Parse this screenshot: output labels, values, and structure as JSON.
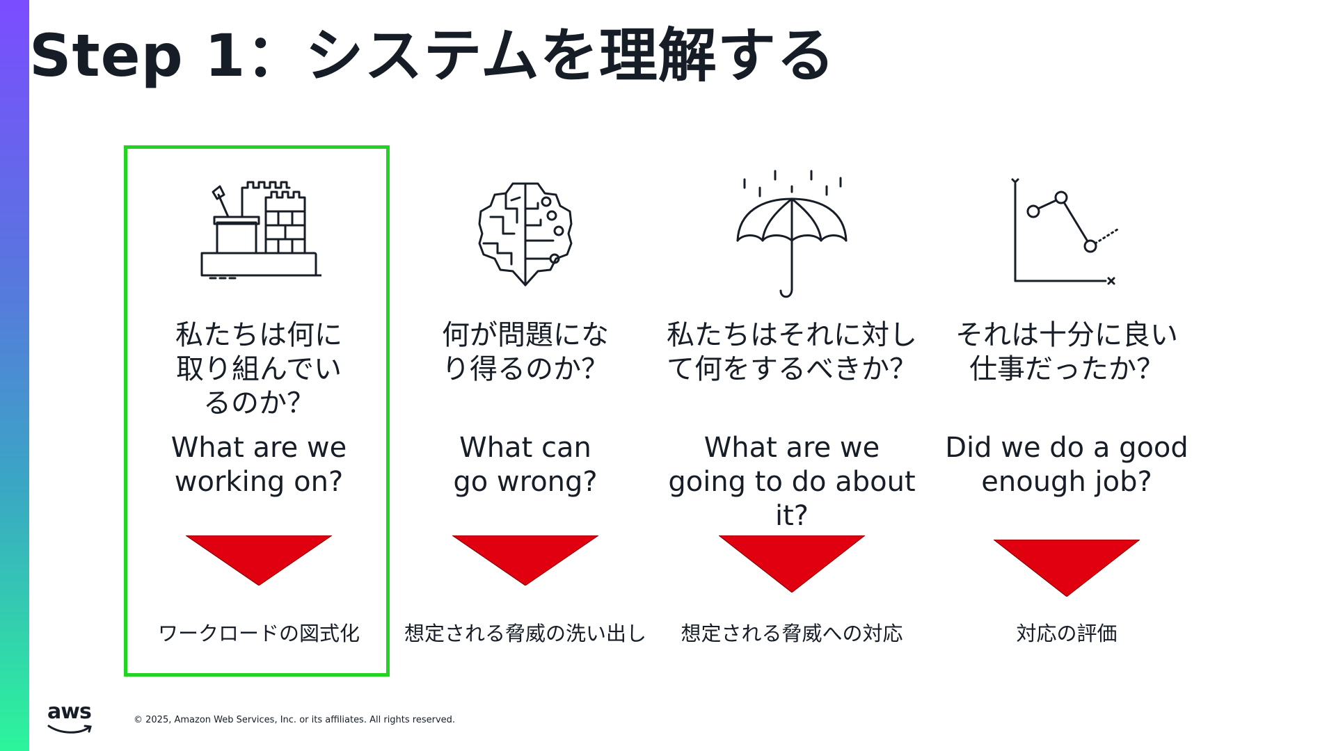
{
  "slide": {
    "title": "Step 1：システムを理解する",
    "accent_gradient": [
      "#7b4dff",
      "#2cf59b"
    ],
    "highlight_color": "#22d322",
    "arrow_color": "#e0000f"
  },
  "steps": [
    {
      "icon": "sandcastle-icon",
      "question_ja": "私たちは何に\n取り組んでい\nるのか？",
      "question_en": "What are we\nworking on?",
      "activity": "ワークロードの図式化",
      "highlighted": true
    },
    {
      "icon": "brain-circuit-icon",
      "question_ja": "何が問題にな\nり得るのか？",
      "question_en": "What can\ngo wrong?",
      "activity": "想定される脅威の洗い出し",
      "highlighted": false
    },
    {
      "icon": "umbrella-rain-icon",
      "question_ja": "私たちはそれに対し\nて何をするべきか？",
      "question_en": "What are we\ngoing to do about\nit?",
      "activity": "想定される脅威への対応",
      "highlighted": false
    },
    {
      "icon": "line-chart-icon",
      "question_ja": "それは十分に良い\n仕事だったか？",
      "question_en": "Did we do a good\nenough job?",
      "activity": "対応の評価",
      "highlighted": false
    }
  ],
  "footer": {
    "logo_text": "aws",
    "copyright": "© 2025, Amazon Web Services, Inc. or its affiliates. All rights reserved."
  }
}
